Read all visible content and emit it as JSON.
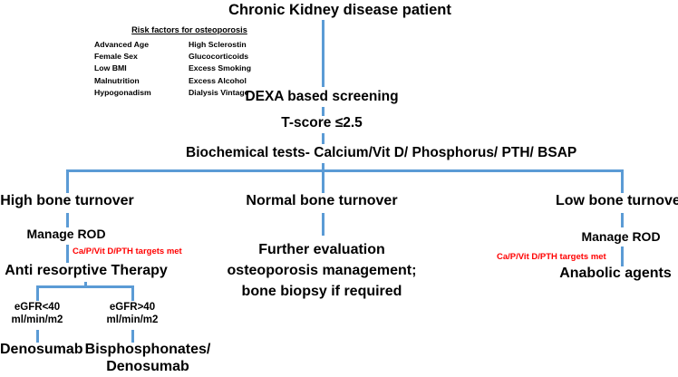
{
  "diagram": {
    "title": "Chronic Kidney disease patient",
    "accent_color": "#5B9BD5",
    "alert_color": "#FF0000",
    "risk_factors": {
      "heading": "Risk factors for osteoporosis",
      "column_left": [
        "Advanced Age",
        "Female Sex",
        "Low BMI",
        "Malnutrition",
        "Hypogonadism"
      ],
      "column_right": [
        "High Sclerostin",
        "Glucocorticoids",
        "Excess Smoking",
        "Excess Alcohol",
        "Dialysis Vintage"
      ]
    },
    "steps": {
      "screening": "DEXA based screening",
      "tscore": "T-score ≤2.5",
      "tscore_prefix": "T-score ",
      "tscore_value": "≤2.5",
      "biochemical": "Biochemical tests- Calcium/Vit D/ Phosphorus/ PTH/ BSAP"
    },
    "branches": {
      "high": {
        "label": "High bone turnover",
        "manage": "Manage ROD",
        "targets_note": "Ca/P/Vit D/PTH targets met",
        "therapy": "Anti resorptive Therapy",
        "options": [
          {
            "condition": "eGFR<40\nml/min/m2",
            "drug": "Denosumab"
          },
          {
            "condition": "eGFR>40\nml/min/m2",
            "drug": "Bisphosphonates/\nDenosumab"
          }
        ]
      },
      "normal": {
        "label": "Normal bone turnover",
        "action": "Further evaluation\nosteoporosis management;\nbone biopsy if required"
      },
      "low": {
        "label": "Low bone turnover",
        "manage": "Manage ROD",
        "targets_note": "Ca/P/Vit D/PTH targets met",
        "therapy": "Anabolic agents"
      }
    }
  }
}
